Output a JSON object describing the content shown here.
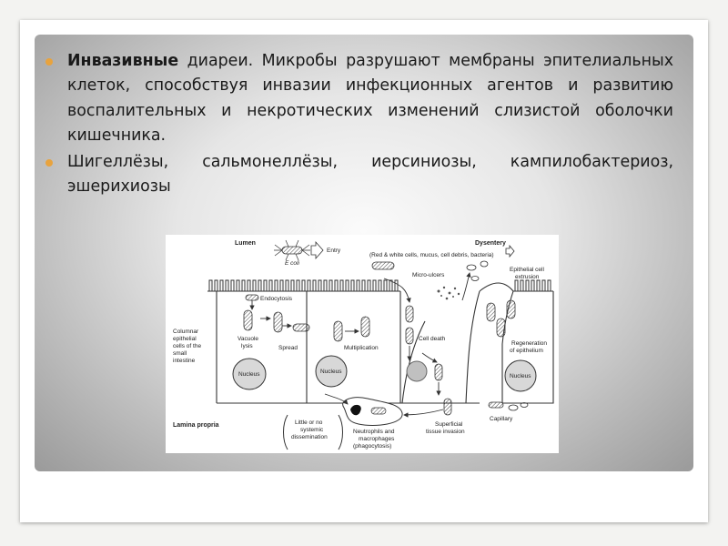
{
  "bullets": [
    {
      "bold": "Инвазивные",
      "text": " диареи. Микробы разрушают мембраны эпителиальных клеток, способствуя инвазии инфекционных агентов и развитию воспалительных и некротических изменений слизистой оболочки кишечника."
    },
    {
      "bold": "",
      "text": "Шигеллёзы, сальмонеллёзы, иерсиниозы, кампилобактериоз, эшерихиозы"
    }
  ],
  "diagram": {
    "lumen": "Lumen",
    "entry": "Entry",
    "ecoli": "E coli",
    "endocytosis": "Endocytosis",
    "columnar": [
      "Columnar",
      "epithelial",
      "cells of the",
      "small",
      "intestine"
    ],
    "vacuole": [
      "Vacuole",
      "lysis"
    ],
    "spread": "Spread",
    "multiplication": "Multiplication",
    "nucleus": "Nucleus",
    "dysentery": "Dysentery",
    "dysentery_note": "(Red & white cells, mucus, cell debris, bacteria)",
    "micro_ulcers": "Micro-ulcers",
    "cell_death": "Cell death",
    "extrusion": [
      "Epithelial cell",
      "extrusion"
    ],
    "regeneration": [
      "Regeneration",
      "of epithelium"
    ],
    "capillary": "Capillary",
    "lamina": "Lamina propria",
    "systemic": [
      "Little or no",
      "systemic",
      "dissemination"
    ],
    "neutrophils": [
      "Neutrophils and",
      "macrophages",
      "(phagocytosis)"
    ],
    "superficial": [
      "Superficial",
      "tissue invasion"
    ]
  }
}
